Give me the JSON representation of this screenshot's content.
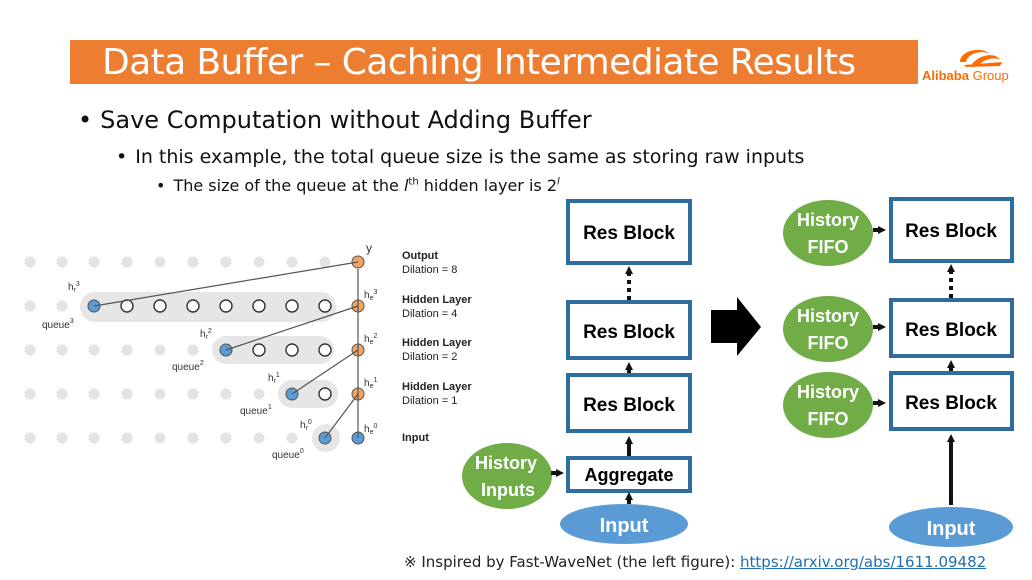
{
  "title": "Data Buffer – Caching Intermediate Results",
  "logo": {
    "brand": "Alibaba",
    "group": "Group",
    "icon": "alibaba-logo-icon"
  },
  "bullets": {
    "level1": "Save Computation without Adding Buffer",
    "level2": "In this example, the total queue size is the same as storing raw inputs",
    "level3_prefix": "The size of the queue at the ",
    "level3_var": "l",
    "level3_sup": "th",
    "level3_mid": " hidden layer is 2",
    "level3_exp": "l"
  },
  "wavenet": {
    "output_label": "y",
    "layers": [
      {
        "name": "Output",
        "dilation": "Dilation = 8"
      },
      {
        "name": "Hidden Layer",
        "dilation": "Dilation = 4"
      },
      {
        "name": "Hidden Layer",
        "dilation": "Dilation = 2"
      },
      {
        "name": "Hidden Layer",
        "dilation": "Dilation = 1"
      },
      {
        "name": "Input",
        "dilation": ""
      }
    ],
    "queues": [
      "queue",
      "queue",
      "queue",
      "queue"
    ],
    "queue_sups": [
      "3",
      "2",
      "1",
      "0"
    ],
    "h": "h",
    "h_sub_r": "r",
    "h_sub_e": "e"
  },
  "left_diagram": {
    "blocks": [
      "Res Block",
      "Res Block",
      "Res Block"
    ],
    "aggregate": "Aggregate",
    "history_inputs": [
      "History",
      "Inputs"
    ],
    "input": "Input"
  },
  "right_diagram": {
    "blocks": [
      "Res Block",
      "Res Block",
      "Res Block"
    ],
    "fifo": [
      "History",
      "FIFO"
    ],
    "input": "Input"
  },
  "footer": {
    "text": "※ Inspired by Fast-WaveNet (the left figure): ",
    "link": "https://arxiv.org/abs/1611.09482"
  },
  "colors": {
    "orange": "#ed7d31",
    "blue_border": "#2e6e9e",
    "green": "#70ad47",
    "blue_fill": "#5b9bd5"
  }
}
